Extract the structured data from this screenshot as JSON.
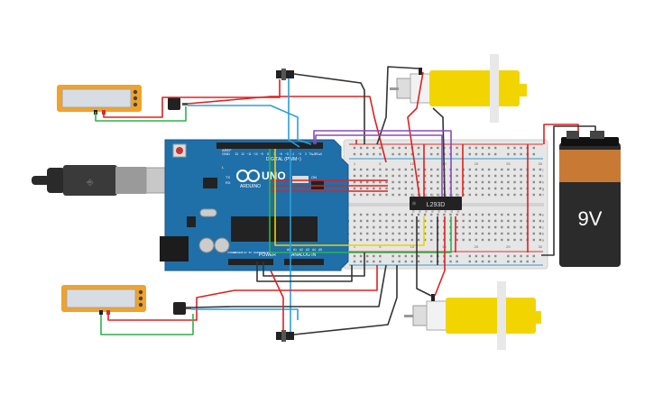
{
  "arduino": {
    "brand": "UNO",
    "brand_sub": "ARDUINO",
    "digital_label": "DIGITAL (PWM~)",
    "analog_label": "ANALOG IN",
    "power_label": "POWER",
    "aref": "AREF",
    "gnd": "GND",
    "tx": "TX",
    "rx": "RX",
    "led_l": "L",
    "on": "ON",
    "digital_pins": [
      "13",
      "12",
      "~11",
      "~10",
      "~9",
      "8",
      "7",
      "~6",
      "~5",
      "4",
      "~3",
      "2",
      "TX▸1",
      "RX◂0"
    ],
    "power_pins": [
      "IOREF",
      "RESET",
      "3.3V",
      "5V",
      "GND",
      "GND",
      "VIN"
    ],
    "analog_pins": [
      "A0",
      "A1",
      "A2",
      "A3",
      "A4",
      "A5"
    ]
  },
  "chip": {
    "label": "L293D"
  },
  "battery": {
    "label": "9V"
  },
  "breadboard": {
    "col_numbers": [
      "1",
      "",
      "",
      "",
      "5",
      "",
      "",
      "",
      "",
      "10",
      "",
      "",
      "",
      "",
      "15",
      "",
      "",
      "",
      "",
      "20",
      "",
      "",
      "",
      "",
      "25",
      "",
      "",
      "",
      "",
      "30"
    ],
    "row_letters_top": [
      "j",
      "i",
      "h",
      "g",
      "f"
    ],
    "row_letters_bottom": [
      "e",
      "d",
      "c",
      "b",
      "a"
    ]
  },
  "colors": {
    "arduino_board": "#1f6fa8",
    "breadboard": "#e4e4e4",
    "motor": "#f2d500",
    "battery_body": "#2b2b2b",
    "battery_cap": "#c87a35",
    "sensor_frame": "#f0a22a",
    "wire_red": "#e02020",
    "wire_black": "#333333",
    "wire_green": "#2fb24a",
    "wire_blue": "#2aa0d8",
    "wire_yellow": "#e8d400",
    "wire_purple": "#8b4bb6"
  }
}
